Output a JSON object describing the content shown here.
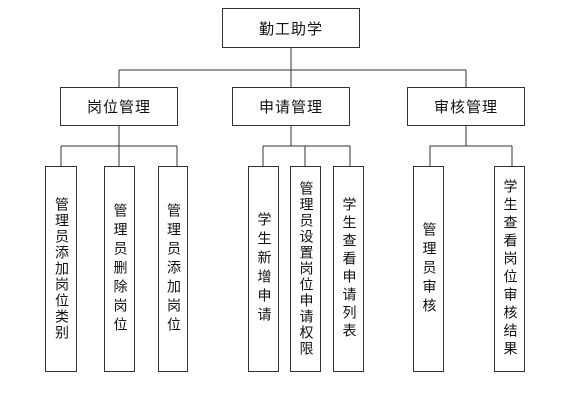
{
  "root": {
    "label": "勤工助学"
  },
  "groups": [
    {
      "label": "岗位管理",
      "children": [
        "管理员添加岗位类别",
        "管理员删除岗位",
        "管理员添加岗位"
      ]
    },
    {
      "label": "申请管理",
      "children": [
        "学生新增申请",
        "管理员设置岗位申请权限",
        "学生查看申请列表"
      ]
    },
    {
      "label": "审核管理",
      "children": [
        "管理员审核",
        "学生查看岗位审核结果"
      ]
    }
  ]
}
